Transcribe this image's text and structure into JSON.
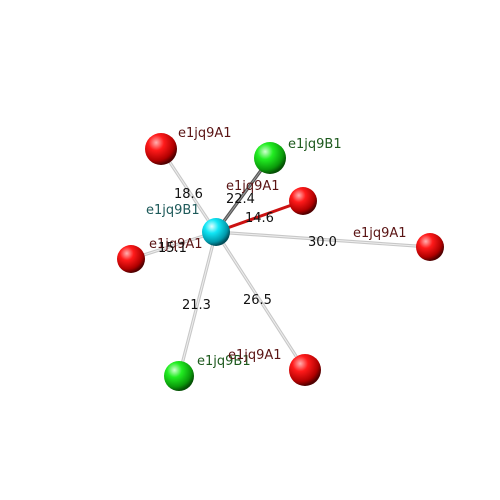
{
  "colors": {
    "red_sphere": "#e00000",
    "green_sphere": "#11dd11",
    "cyan_sphere": "#00e0f0",
    "red_label": "#5a1414",
    "green_label": "#1e5a1e",
    "cyan_label": "#1e5a5a",
    "bond_grey": "#c8c8c8",
    "bond_red": "#cc1111",
    "bond_dark": "#555555"
  },
  "center": {
    "name": "center-atom",
    "label": "e1jq9B1",
    "color": "cyan"
  },
  "neighbors": [
    {
      "name": "atom-top-left",
      "label": "e1jq9A1",
      "color": "red",
      "distance": "18.6",
      "bond": "grey"
    },
    {
      "name": "atom-top-green",
      "label": "e1jq9B1",
      "color": "green",
      "distance": "22.4",
      "bond": "dark"
    },
    {
      "name": "atom-near-red",
      "label": "e1jq9A1",
      "color": "red",
      "distance": "14.6",
      "bond": "red"
    },
    {
      "name": "atom-right-red",
      "label": "e1jq9A1",
      "color": "red",
      "distance": "30.0",
      "bond": "grey"
    },
    {
      "name": "atom-left-red",
      "label": "e1jq9A1",
      "color": "red",
      "distance": "15.1",
      "bond": "grey"
    },
    {
      "name": "atom-bottom-green",
      "label": "e1jq9B1",
      "color": "green",
      "distance": "21.3",
      "bond": "grey"
    },
    {
      "name": "atom-bottom-red",
      "label": "e1jq9A1",
      "color": "red",
      "distance": "26.5",
      "bond": "grey"
    }
  ]
}
